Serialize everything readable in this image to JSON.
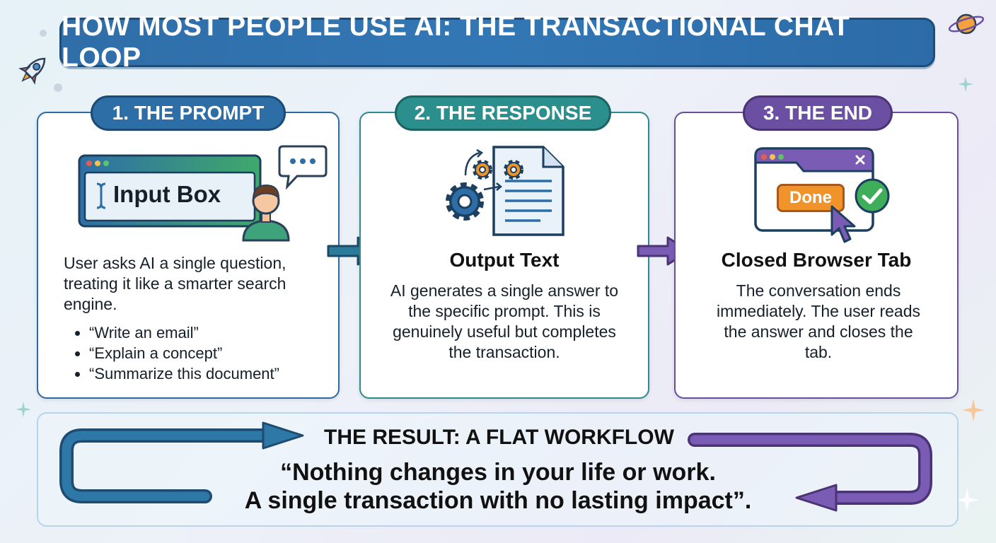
{
  "title": "HOW MOST PEOPLE USE AI: THE TRANSACTIONAL CHAT LOOP",
  "steps": [
    {
      "badge": "1. THE PROMPT",
      "illustration_label": "Input Box",
      "description": "User asks AI a single question, treating it like a smarter search engine.",
      "bullets": [
        "“Write an email”",
        "“Explain a concept”",
        "“Summarize this document”"
      ],
      "icons": [
        "browser-window-icon",
        "text-cursor-icon",
        "user-avatar-icon",
        "speech-bubble-icon"
      ]
    },
    {
      "badge": "2. THE RESPONSE",
      "heading": "Output Text",
      "description": "AI generates a single answer to the specific prompt. This is genuinely useful but completes the transaction.",
      "icons": [
        "gear-icon",
        "document-icon"
      ]
    },
    {
      "badge": "3. THE END",
      "heading": "Closed Browser Tab",
      "illustration_label": "Done",
      "description": "The conversation ends immediately. The user reads the answer and closes the tab.",
      "icons": [
        "browser-tab-icon",
        "close-icon",
        "checkmark-icon",
        "cursor-icon"
      ]
    }
  ],
  "result": {
    "title": "THE RESULT: A FLAT WORKFLOW",
    "quote_line1": "“Nothing changes in your life or work.",
    "quote_line2": "A single transaction with no lasting impact”."
  },
  "colors": {
    "blue": "#2e6ea7",
    "teal": "#2b8f8d",
    "purple": "#6b4fa3",
    "orange": "#f0932b",
    "green": "#3fae5a"
  },
  "decorations": [
    "rocket-icon",
    "planet-icon",
    "sparkle-icon"
  ]
}
